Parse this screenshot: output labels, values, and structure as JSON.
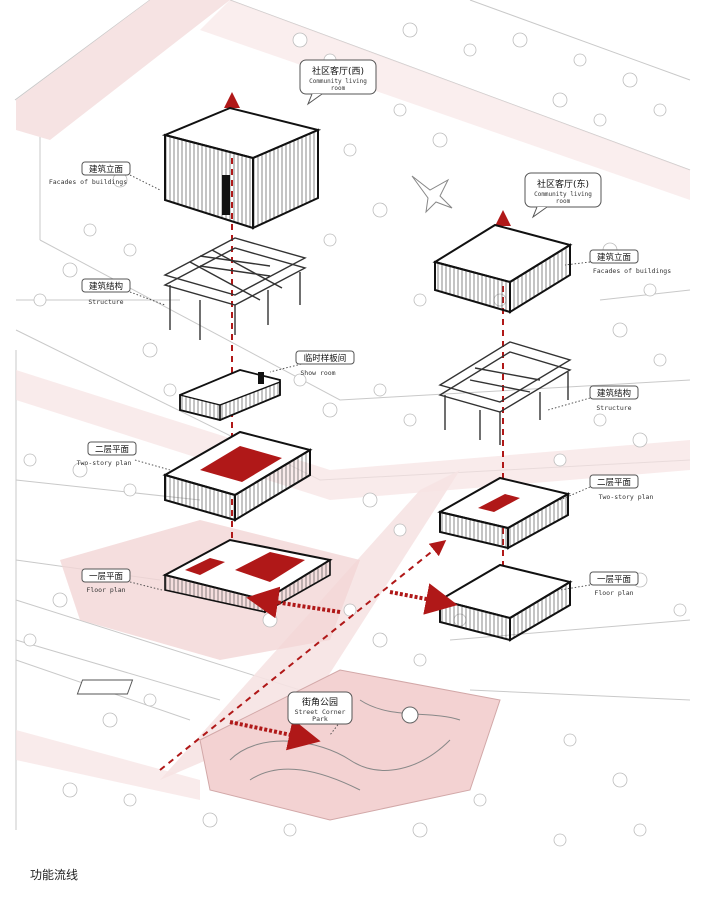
{
  "caption": "功能流线",
  "labels": {
    "west_living_cn": "社区客厅(西)",
    "west_living_en1": "Community living",
    "west_living_en2": "room",
    "east_living_cn": "社区客厅(东)",
    "east_living_en1": "Community living",
    "east_living_en2": "room",
    "facade_left_cn": "建筑立面",
    "facade_left_en": "Facades of buildings",
    "facade_right_cn": "建筑立面",
    "facade_right_en": "Facades of buildings",
    "struct_left_cn": "建筑结构",
    "struct_left_en": "Structure",
    "struct_right_cn": "建筑结构",
    "struct_right_en": "Structure",
    "show_cn": "临时样板间",
    "show_en": "Show room",
    "two_left_cn": "二层平面",
    "two_left_en": "Two-story plan",
    "two_right_cn": "二层平面",
    "two_right_en": "Two-story plan",
    "floor_left_cn": "一层平面",
    "floor_left_en": "Floor plan",
    "floor_right_cn": "一层平面",
    "floor_right_en": "Floor plan",
    "park_cn": "街角公园",
    "park_en1": "Street Corner",
    "park_en2": "Park"
  },
  "colors": {
    "accent_red": "#b01818",
    "pink_zone": "#f3d6d6",
    "line": "#222222"
  }
}
